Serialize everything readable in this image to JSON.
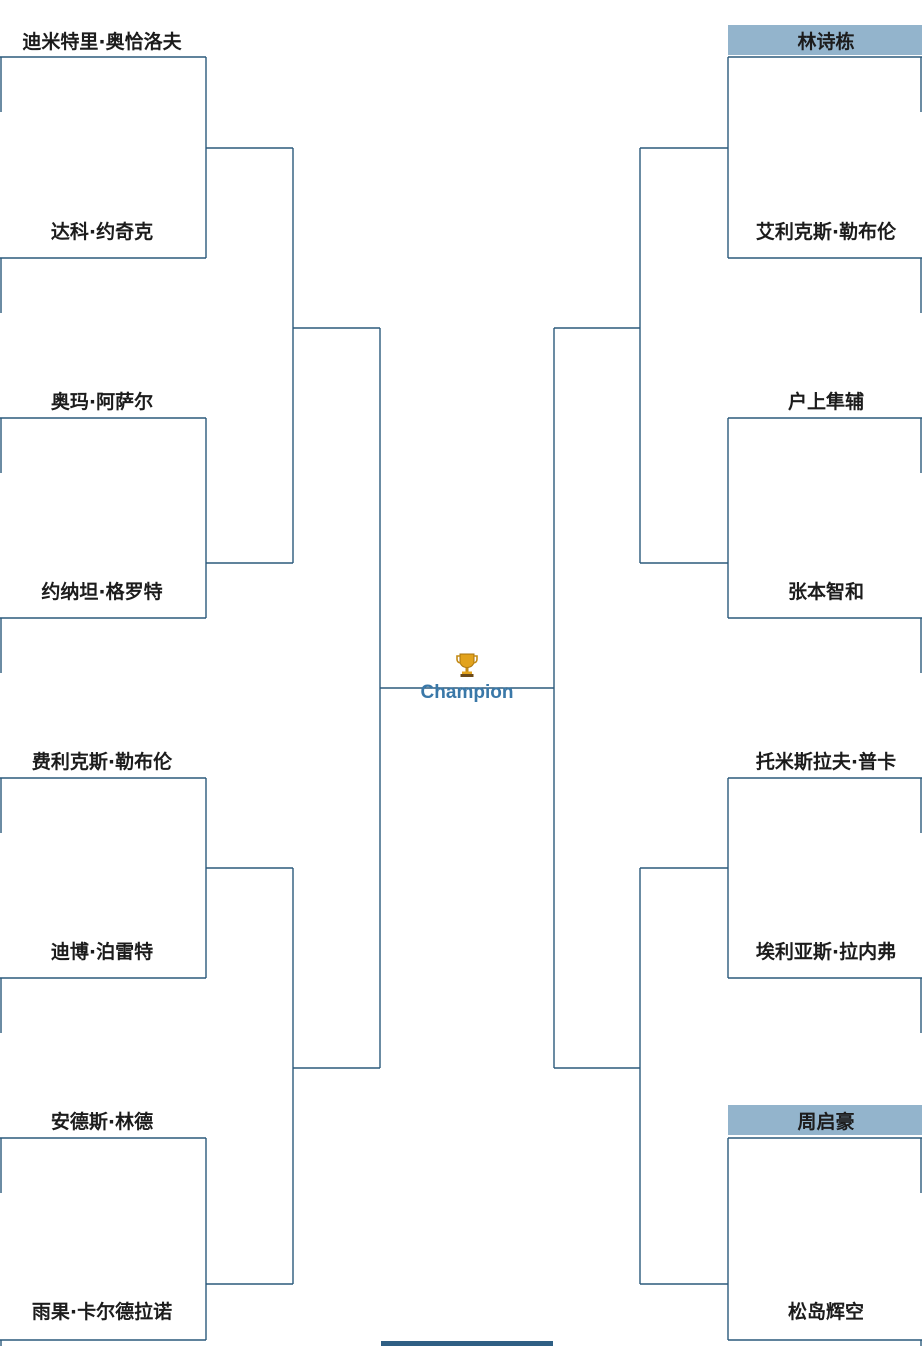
{
  "colors": {
    "line": "#2c5a7c",
    "seed_highlight": "#93b4cc",
    "champion_text": "#3a78a8"
  },
  "bracket": {
    "left": [
      {
        "name": "迪米特里·奥恰洛夫",
        "highlighted": false
      },
      {
        "name": "达科·约奇克",
        "highlighted": false
      },
      {
        "name": "奥玛·阿萨尔",
        "highlighted": false
      },
      {
        "name": "约纳坦·格罗特",
        "highlighted": false
      },
      {
        "name": "费利克斯·勒布伦",
        "highlighted": false
      },
      {
        "name": "迪博·泊雷特",
        "highlighted": false
      },
      {
        "name": "安德斯·林德",
        "highlighted": false
      },
      {
        "name": "雨果·卡尔德拉诺",
        "highlighted": false
      }
    ],
    "right": [
      {
        "name": "林诗栋",
        "highlighted": true
      },
      {
        "name": "艾利克斯·勒布伦",
        "highlighted": false
      },
      {
        "name": "户上隼辅",
        "highlighted": false
      },
      {
        "name": "张本智和",
        "highlighted": false
      },
      {
        "name": "托米斯拉夫·普卡",
        "highlighted": false
      },
      {
        "name": "埃利亚斯·拉内弗",
        "highlighted": false
      },
      {
        "name": "周启豪",
        "highlighted": true
      },
      {
        "name": "松岛辉空",
        "highlighted": false
      }
    ]
  },
  "champion": {
    "label": "Champion",
    "icon": "trophy-icon"
  }
}
